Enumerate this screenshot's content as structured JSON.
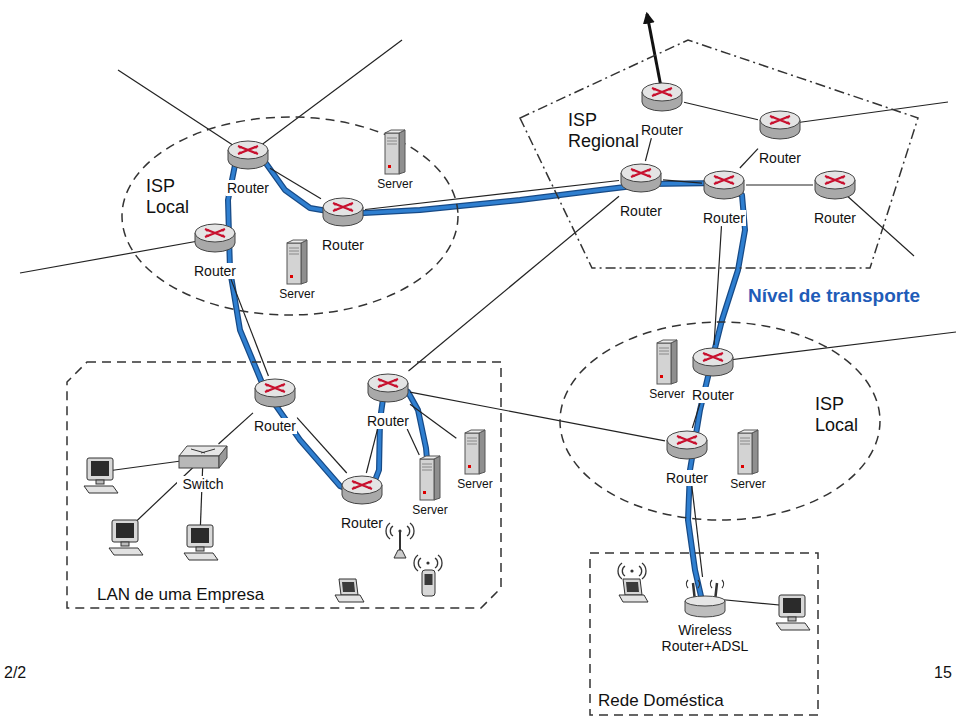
{
  "diagram": {
    "nodes": [
      {
        "text": [
          "ISP Local"
        ]
      },
      {
        "text": [
          "Router"
        ],
        "in": 0
      },
      {
        "text": [
          "Router"
        ],
        "in": 0
      },
      {
        "text": [
          "Server"
        ],
        "in": 0
      },
      {
        "text": [
          "Router"
        ],
        "in": 0
      },
      {
        "text": [
          "Server"
        ],
        "in": 0
      },
      {
        "text": [
          "ISP Regional"
        ]
      },
      {
        "text": [
          "Router"
        ],
        "in": 6
      },
      {
        "text": [
          "Router"
        ],
        "in": 6
      },
      {
        "text": [
          "Router"
        ],
        "in": 6
      },
      {
        "text": [
          "Router"
        ],
        "in": 6
      },
      {
        "text": [
          "Router"
        ],
        "in": 6
      },
      {
        "text": [
          "ISP Local"
        ]
      },
      {
        "text": [
          "Server"
        ],
        "in": 12
      },
      {
        "text": [
          "Router"
        ],
        "in": 12
      },
      {
        "text": [
          "Router"
        ],
        "in": 12
      },
      {
        "text": [
          "Server"
        ],
        "in": 12
      },
      {
        "text": [
          "LAN de uma Empresa"
        ]
      },
      {
        "text": [
          "Router"
        ],
        "in": 17
      },
      {
        "text": [
          "Router"
        ],
        "in": 17
      },
      {
        "text": [
          "Switch"
        ],
        "in": 17
      },
      {
        "text": [
          "Server"
        ],
        "in": 17
      },
      {
        "text": [
          "Router"
        ],
        "in": 17
      },
      {
        "text": [
          "Server"
        ],
        "in": 17
      },
      {
        "text": [
          "Rede Doméstica"
        ]
      },
      {
        "text": [
          "Wireless Router+ADSL"
        ],
        "in": 24
      }
    ],
    "edges": [
      {
        "from": 1,
        "to": 4,
        "arrow": "none"
      },
      {
        "from": 2,
        "to": 18,
        "arrow": "none"
      },
      {
        "from": 4,
        "to": 9,
        "arrow": "none"
      },
      {
        "from": 9,
        "to": 7,
        "arrow": "none"
      },
      {
        "from": 7,
        "to": 8,
        "arrow": "none"
      },
      {
        "from": 9,
        "to": 10,
        "arrow": "none"
      },
      {
        "from": 8,
        "to": 10,
        "arrow": "none"
      },
      {
        "from": 10,
        "to": 11,
        "arrow": "none"
      },
      {
        "from": 10,
        "to": 14,
        "arrow": "none"
      },
      {
        "from": 14,
        "to": 15,
        "arrow": "none"
      },
      {
        "from": 19,
        "to": 9,
        "arrow": "none"
      },
      {
        "from": 19,
        "to": 15,
        "arrow": "none"
      },
      {
        "from": 18,
        "to": 20,
        "arrow": "none"
      },
      {
        "from": 18,
        "to": 22,
        "arrow": "none"
      },
      {
        "from": 19,
        "to": 22,
        "arrow": "none"
      },
      {
        "from": 19,
        "to": 23,
        "arrow": "none"
      },
      {
        "from": 19,
        "to": 21,
        "arrow": "none"
      },
      {
        "from": 15,
        "to": 25,
        "arrow": "none"
      }
    ],
    "labels": [
      "Nível de transporte",
      "2/2",
      "15"
    ]
  }
}
